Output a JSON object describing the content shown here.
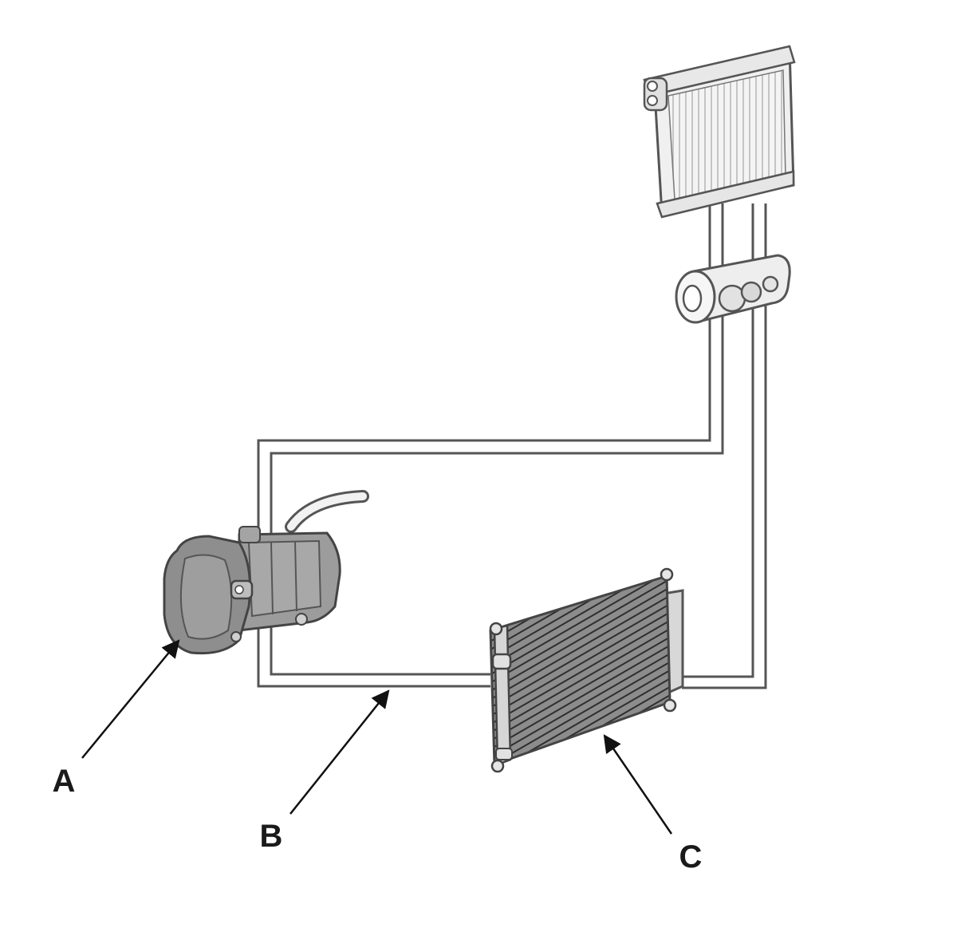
{
  "diagram": {
    "callouts": [
      {
        "id": "a",
        "label": "A"
      },
      {
        "id": "b",
        "label": "B"
      },
      {
        "id": "c",
        "label": "C"
      }
    ]
  },
  "colors": {
    "line": "#555555",
    "component_fill": "#f2f2f2",
    "compressor_fill": "#9a9a9a",
    "condenser_fill": "#8a8a8a"
  }
}
